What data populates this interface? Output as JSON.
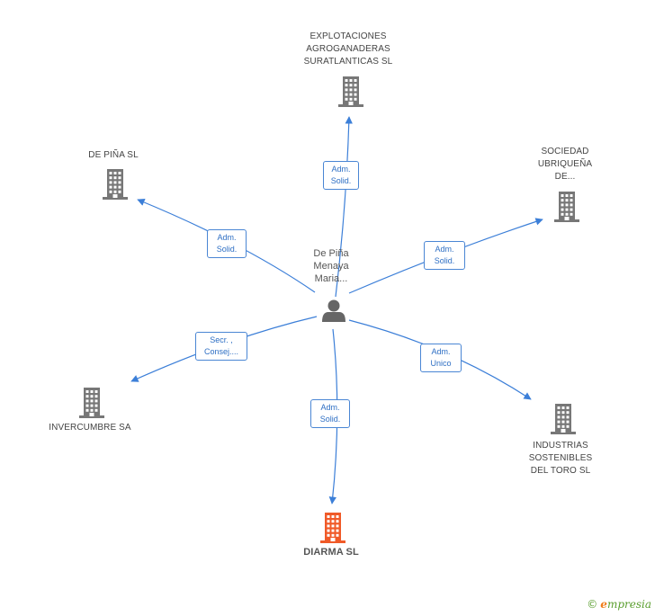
{
  "center": {
    "label_lines": [
      "De Piña",
      "Menaya",
      "Maria..."
    ],
    "icon": "person-icon",
    "color": "#666666"
  },
  "nodes": [
    {
      "id": "explotaciones",
      "label_lines": [
        "EXPLOTACIONES",
        "AGROGANADERAS",
        "SURATLANTICAS SL"
      ],
      "icon": "building-icon",
      "color": "#777777"
    },
    {
      "id": "sociedad",
      "label_lines": [
        "SOCIEDAD",
        "UBRIQUEÑA",
        "DE..."
      ],
      "icon": "building-icon",
      "color": "#777777"
    },
    {
      "id": "industrias",
      "label_lines": [
        "INDUSTRIAS",
        "SOSTENIBLES",
        "DEL TORO SL"
      ],
      "icon": "building-icon",
      "color": "#777777"
    },
    {
      "id": "diarma",
      "label_lines": [
        "DIARMA SL"
      ],
      "icon": "building-icon",
      "color": "#f05a28",
      "highlight": true
    },
    {
      "id": "invercumbre",
      "label_lines": [
        "INVERCUMBRE SA"
      ],
      "icon": "building-icon",
      "color": "#777777"
    },
    {
      "id": "depina",
      "label_lines": [
        "DE PIÑA SL"
      ],
      "icon": "building-icon",
      "color": "#777777"
    }
  ],
  "edges": [
    {
      "to": "explotaciones",
      "label_lines": [
        "Adm.",
        "Solid."
      ]
    },
    {
      "to": "sociedad",
      "label_lines": [
        "Adm.",
        "Solid."
      ]
    },
    {
      "to": "industrias",
      "label_lines": [
        "Adm.",
        "Unico"
      ]
    },
    {
      "to": "diarma",
      "label_lines": [
        "Adm.",
        "Solid."
      ]
    },
    {
      "to": "invercumbre",
      "label_lines": [
        "Secr. ,",
        "Consej...."
      ]
    },
    {
      "to": "depina",
      "label_lines": [
        "Adm.",
        "Solid."
      ]
    }
  ],
  "edge_color": "#3c7fd8",
  "watermark": {
    "copyright": "©",
    "brand_initial": "e",
    "brand_rest": "mpresia"
  }
}
